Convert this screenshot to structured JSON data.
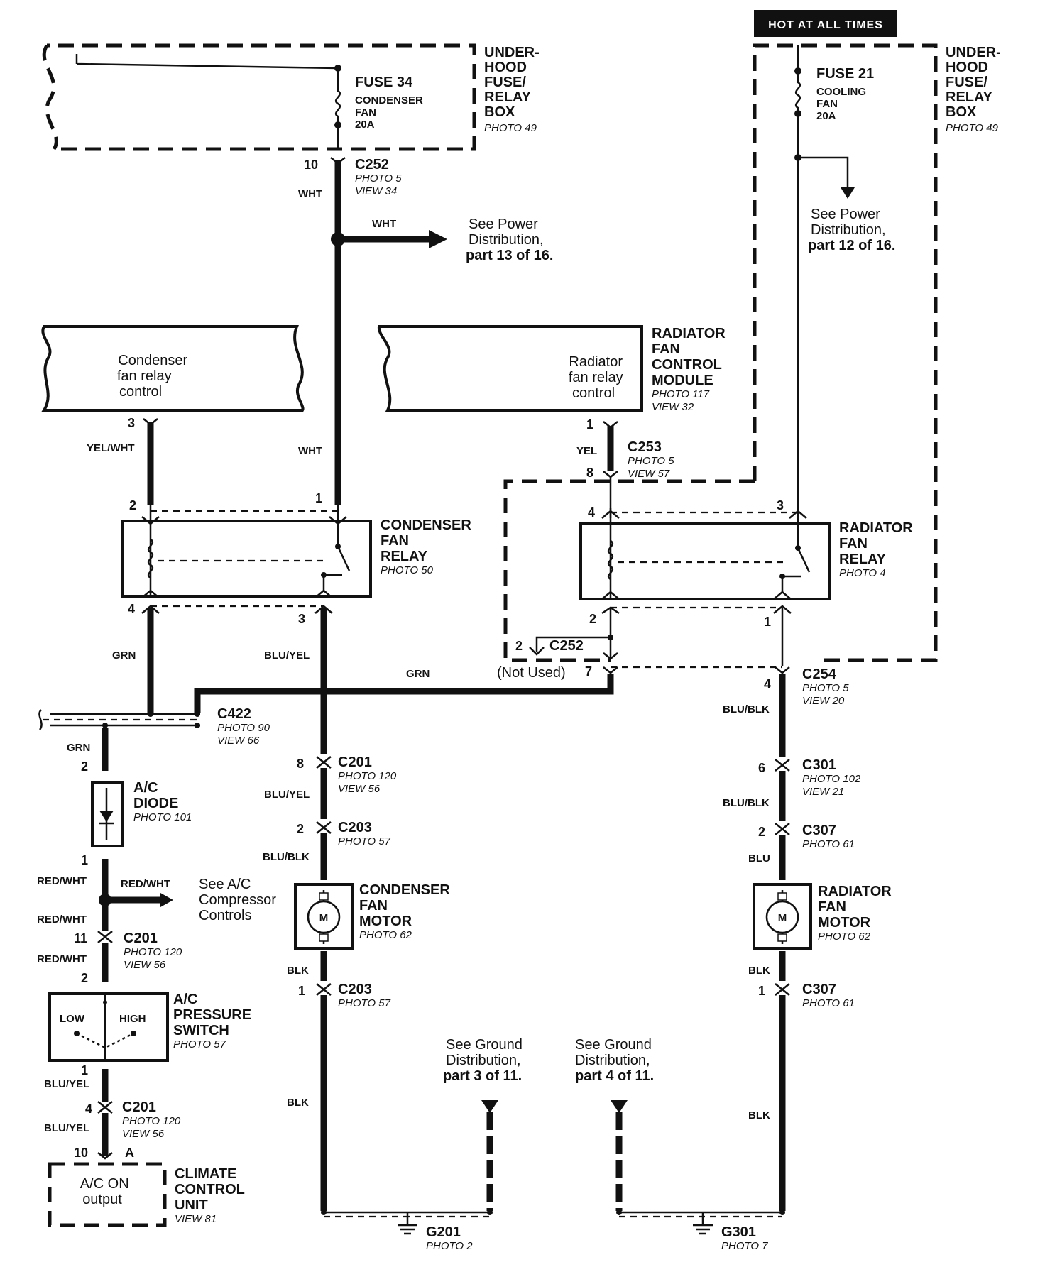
{
  "header": {
    "hot_label": "HOT AT ALL TIMES"
  },
  "fusebox_left": {
    "title": [
      "UNDER-",
      "HOOD",
      "FUSE/",
      "RELAY",
      "BOX"
    ],
    "photo": "PHOTO 49",
    "fuse_name": "FUSE 34",
    "fuse_desc": [
      "CONDENSER",
      "FAN",
      "20A"
    ]
  },
  "fusebox_right": {
    "title": [
      "UNDER-",
      "HOOD",
      "FUSE/",
      "RELAY",
      "BOX"
    ],
    "photo": "PHOTO 49",
    "fuse_name": "FUSE 21",
    "fuse_desc": [
      "COOLING",
      "FAN",
      "20A"
    ]
  },
  "connectors": {
    "c252_top": {
      "pin": "10",
      "name": "C252",
      "photo": "PHOTO 5",
      "view": "VIEW 34"
    },
    "c253": {
      "pin_top": "1",
      "pin_bottom": "8",
      "name": "C253",
      "photo": "PHOTO 5",
      "view": "VIEW 57"
    },
    "c252_mid": {
      "pin": "2",
      "name": "C252",
      "note": "(Not Used)",
      "pin7": "7"
    },
    "c254": {
      "pin": "4",
      "name": "C254",
      "photo": "PHOTO 5",
      "view": "VIEW 20"
    },
    "c422": {
      "name": "C422",
      "photo": "PHOTO 90",
      "view": "VIEW 66"
    },
    "c201_a": {
      "pin": "8",
      "name": "C201",
      "photo": "PHOTO 120",
      "view": "VIEW 56"
    },
    "c203_a": {
      "pin": "2",
      "name": "C203",
      "photo": "PHOTO 57"
    },
    "c203_b": {
      "pin": "1",
      "name": "C203",
      "photo": "PHOTO 57"
    },
    "c301": {
      "pin": "6",
      "name": "C301",
      "photo": "PHOTO 102",
      "view": "VIEW 21"
    },
    "c307_a": {
      "pin": "2",
      "name": "C307",
      "photo": "PHOTO 61"
    },
    "c307_b": {
      "pin": "1",
      "name": "C307",
      "photo": "PHOTO 61"
    },
    "c201_b": {
      "pin": "11",
      "name": "C201",
      "photo": "PHOTO 120",
      "view": "VIEW 56"
    },
    "c201_c": {
      "pin": "4",
      "name": "C201",
      "photo": "PHOTO 120",
      "view": "VIEW 56"
    }
  },
  "refs": {
    "power13": [
      "See Power",
      "Distribution,",
      "part 13 of 16."
    ],
    "power12": [
      "See Power",
      "Distribution,",
      "part 12 of 16."
    ],
    "ground3": [
      "See Ground",
      "Distribution,",
      "part 3 of 11."
    ],
    "ground4": [
      "See Ground",
      "Distribution,",
      "part 4 of 11."
    ],
    "compressor": [
      "See A/C",
      "Compressor",
      "Controls"
    ]
  },
  "modules": {
    "condenser_ctrl": [
      "Condenser",
      "fan relay",
      "control"
    ],
    "radiator_ctrl": [
      "Radiator",
      "fan relay",
      "control"
    ],
    "rfcm_title": [
      "RADIATOR",
      "FAN",
      "CONTROL",
      "MODULE"
    ],
    "rfcm_photo": "PHOTO 117",
    "rfcm_view": "VIEW 32"
  },
  "relays": {
    "condenser": {
      "title": [
        "CONDENSER",
        "FAN",
        "RELAY"
      ],
      "photo": "PHOTO 50",
      "pins": [
        "2",
        "1",
        "4",
        "3"
      ]
    },
    "radiator": {
      "title": [
        "RADIATOR",
        "FAN",
        "RELAY"
      ],
      "photo": "PHOTO 4",
      "pins": [
        "4",
        "3",
        "2",
        "1"
      ]
    }
  },
  "motors": {
    "condenser": {
      "title": [
        "CONDENSER",
        "FAN",
        "MOTOR"
      ],
      "photo": "PHOTO 62",
      "symbol": "M"
    },
    "radiator": {
      "title": [
        "RADIATOR",
        "FAN",
        "MOTOR"
      ],
      "photo": "PHOTO 62",
      "symbol": "M"
    }
  },
  "diode": {
    "title": [
      "A/C",
      "DIODE"
    ],
    "photo": "PHOTO 101",
    "pin_top": "2",
    "pin_bottom": "1"
  },
  "pressure_switch": {
    "title": [
      "A/C",
      "PRESSURE",
      "SWITCH"
    ],
    "photo": "PHOTO 57",
    "low": "LOW",
    "high": "HIGH",
    "pin_top": "2",
    "pin_bottom": "1"
  },
  "climate": {
    "title": [
      "CLIMATE",
      "CONTROL",
      "UNIT"
    ],
    "view": "VIEW 81",
    "output": [
      "A/C ON",
      "output"
    ],
    "pin": "10",
    "pin_letter": "A"
  },
  "grounds": {
    "g201": {
      "name": "G201",
      "photo": "PHOTO 2"
    },
    "g301": {
      "name": "G301",
      "photo": "PHOTO 7"
    }
  },
  "wires": {
    "wht1": "WHT",
    "wht2": "WHT",
    "wht3": "WHT",
    "yelwht": "YEL/WHT",
    "yel": "YEL",
    "grn1": "GRN",
    "grn2": "GRN",
    "grn3": "GRN",
    "bluyel1": "BLU/YEL",
    "bluyel2": "BLU/YEL",
    "blublk1": "BLU/BLK",
    "blublk2": "BLU/BLK",
    "blublk3": "BLU/BLK",
    "blu": "BLU",
    "blk1": "BLK",
    "blk2": "BLK",
    "blk3": "BLK",
    "blk4": "BLK",
    "redwht1": "RED/WHT",
    "redwht2": "RED/WHT",
    "redwht3": "RED/WHT",
    "redwht4": "RED/WHT",
    "bluyel3": "BLU/YEL",
    "bluyel4": "BLU/YEL"
  }
}
